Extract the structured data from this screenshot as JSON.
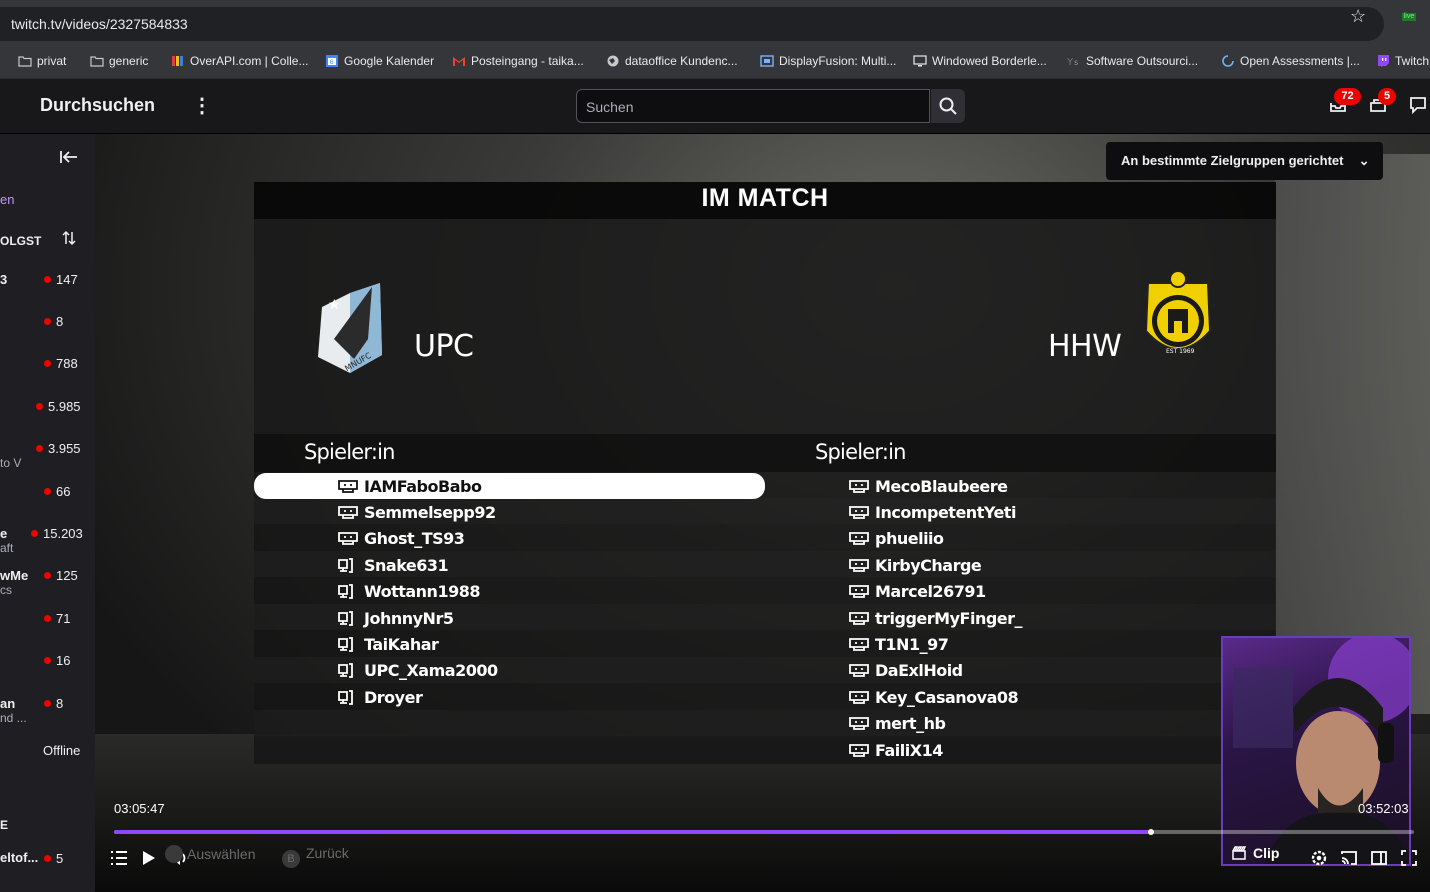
{
  "browser": {
    "url": "twitch.tv/videos/2327584833",
    "bookmarks": [
      {
        "label": "privat",
        "icon": "folder-icon"
      },
      {
        "label": "generic",
        "icon": "folder-icon"
      },
      {
        "label": "OverAPI.com | Colle...",
        "icon": "overapi-icon"
      },
      {
        "label": "Google Kalender",
        "icon": "calendar-icon"
      },
      {
        "label": "Posteingang - taika...",
        "icon": "gmail-icon"
      },
      {
        "label": "dataoffice Kundenc...",
        "icon": "globe-icon"
      },
      {
        "label": "DisplayFusion: Multi...",
        "icon": "displayfusion-icon"
      },
      {
        "label": "Windowed Borderle...",
        "icon": "window-icon"
      },
      {
        "label": "Software Outsourci...",
        "icon": "ys-icon"
      },
      {
        "label": "Open Assessments |...",
        "icon": "loader-icon"
      },
      {
        "label": "Twitch",
        "icon": "twitch-icon"
      }
    ]
  },
  "topnav": {
    "browse_label": "Durchsuchen",
    "search_placeholder": "Suchen",
    "inbox_badge": "72",
    "notif_badge": "5"
  },
  "sidebar": {
    "partial_link": "en",
    "heading": "OLGST",
    "channels": [
      {
        "name": "3",
        "sub": "",
        "count": "147"
      },
      {
        "name": "",
        "sub": "",
        "count": "8"
      },
      {
        "name": "",
        "sub": "",
        "count": "788"
      },
      {
        "name": "",
        "sub": "",
        "count": "5.985"
      },
      {
        "name": "",
        "sub": "to V",
        "count": "3.955"
      },
      {
        "name": "",
        "sub": "",
        "count": "66"
      },
      {
        "name": "e",
        "sub": "aft",
        "count": "15.203"
      },
      {
        "name": "wMe",
        "sub": "cs",
        "count": "125"
      },
      {
        "name": "",
        "sub": "",
        "count": "71"
      },
      {
        "name": "",
        "sub": "",
        "count": "16"
      },
      {
        "name": "an",
        "sub": "nd ...",
        "count": "8"
      }
    ],
    "offline_label": "Offline",
    "section2": "E",
    "last_name": "eltof...",
    "last_count": "5"
  },
  "video": {
    "audience_label": "An bestimmte Zielgruppen gerichtet",
    "match_title": "IM MATCH",
    "home_team": "UPC",
    "away_team": "HHW",
    "roster_header": "Spieler:in",
    "home_players": [
      "IAMFaboBabo",
      "Semmelsepp92",
      "Ghost_TS93",
      "Snake631",
      "Wottann1988",
      "JohnnyNr5",
      "TaiKahar",
      "UPC_Xama2000",
      "Droyer"
    ],
    "away_players": [
      "MecoBlaubeere",
      "IncompetentYeti",
      "phueliio",
      "KirbyCharge",
      "Marcel26791",
      "triggerMyFinger_",
      "T1N1_97",
      "DaExlHoid",
      "Key_Casanova08",
      "mert_hb",
      "FailiX14"
    ],
    "elapsed": "03:05:47",
    "duration": "03:52:03",
    "progress": 0.798,
    "hint_select": "Auswählen",
    "hint_back": "Zurück",
    "clip_label": "Clip",
    "accent": "#9147ff"
  }
}
